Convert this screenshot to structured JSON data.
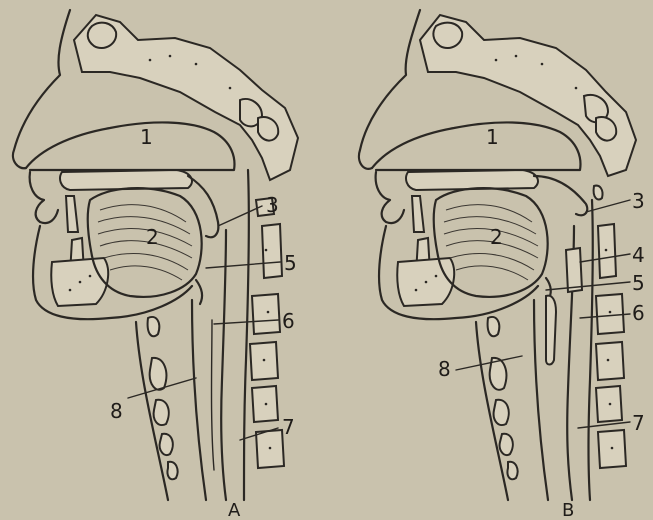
{
  "panels": [
    {
      "caption": "A",
      "labels": {
        "l1": "1",
        "l2": "2",
        "l3": "3",
        "l5": "5",
        "l6": "6",
        "l7": "7",
        "l8": "8"
      }
    },
    {
      "caption": "B",
      "labels": {
        "l1": "1",
        "l2": "2",
        "l3": "3",
        "l4": "4",
        "l5": "5",
        "l6": "6",
        "l7": "7",
        "l8": "8"
      }
    }
  ]
}
